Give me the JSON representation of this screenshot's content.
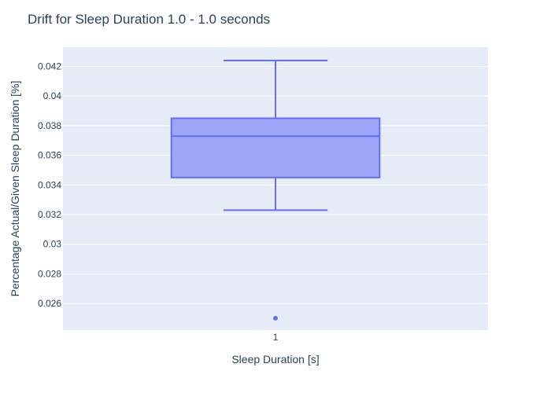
{
  "chart_data": {
    "type": "box",
    "title": "Drift for Sleep Duration 1.0 - 1.0 seconds",
    "xlabel": "Sleep Duration [s]",
    "ylabel": "Percentage Actual/Given Sleep Duration [%]",
    "categories": [
      "1"
    ],
    "ylim": [
      0.0242,
      0.0433
    ],
    "yticks": [
      0.026,
      0.028,
      0.03,
      0.032,
      0.034,
      0.036,
      0.038,
      0.04,
      0.042
    ],
    "ytick_labels": [
      "0.026",
      "0.028",
      "0.03",
      "0.032",
      "0.034",
      "0.036",
      "0.038",
      "0.04",
      "0.042"
    ],
    "grid": true,
    "boxes": [
      {
        "category": "1",
        "lower_whisker": 0.0323,
        "q1": 0.0345,
        "median": 0.0373,
        "q3": 0.0385,
        "upper_whisker": 0.0424,
        "outliers": [
          0.025
        ]
      }
    ],
    "colors": {
      "plot_bg": "#e5ecf6",
      "grid": "#ffffff",
      "box_line": "#636efa",
      "box_fill": "#9ea4f7",
      "text": "#2a3f5f"
    }
  }
}
